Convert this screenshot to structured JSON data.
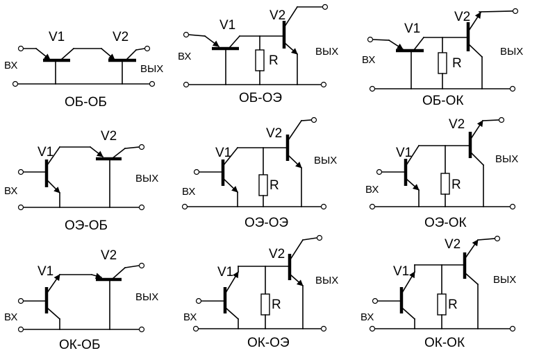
{
  "labels": {
    "v1": "V1",
    "v2": "V2",
    "input": "ВХ",
    "output": "ВЫХ",
    "resistor": "R"
  },
  "circuits": [
    {
      "title": "ОБ-ОБ"
    },
    {
      "title": "ОБ-ОЭ"
    },
    {
      "title": "ОБ-ОК"
    },
    {
      "title": "ОЭ-ОБ"
    },
    {
      "title": "ОЭ-ОЭ"
    },
    {
      "title": "ОЭ-ОК"
    },
    {
      "title": "ОК-ОБ"
    },
    {
      "title": "ОК-ОЭ"
    },
    {
      "title": "ОК-ОК"
    }
  ]
}
